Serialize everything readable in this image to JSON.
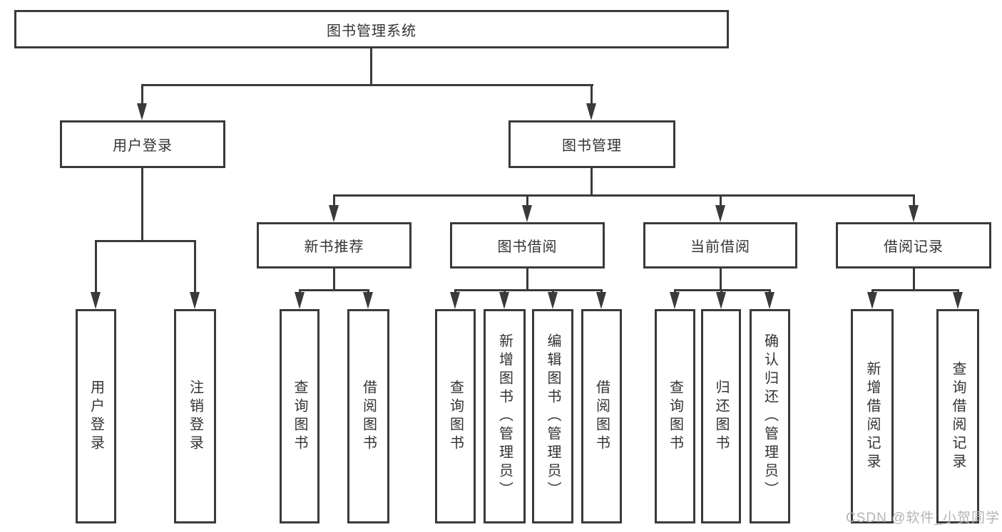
{
  "diagram": {
    "root": {
      "label": "图书管理系统"
    },
    "branches": [
      {
        "label": "用户登录",
        "children": [
          {
            "label": "用户登录"
          },
          {
            "label": "注销登录"
          }
        ]
      },
      {
        "label": "图书管理",
        "children": [
          {
            "label": "新书推荐",
            "children": [
              {
                "label": "查询图书"
              },
              {
                "label": "借阅图书"
              }
            ]
          },
          {
            "label": "图书借阅",
            "children": [
              {
                "label": "查询图书"
              },
              {
                "label": "新增图书（管理员）"
              },
              {
                "label": "编辑图书（管理员）"
              },
              {
                "label": "借阅图书"
              }
            ]
          },
          {
            "label": "当前借阅",
            "children": [
              {
                "label": "查询图书"
              },
              {
                "label": "归还图书"
              },
              {
                "label": "确认归还（管理员）"
              }
            ]
          },
          {
            "label": "借阅记录",
            "children": [
              {
                "label": "新增借阅记录"
              },
              {
                "label": "查询借阅记录"
              }
            ]
          }
        ]
      }
    ]
  },
  "watermark": {
    "text": "CSDN @软件_小贺同学"
  },
  "colors": {
    "line": "#3a3a3a",
    "text": "#333333",
    "watermark": "#b3b4b9",
    "background": "#ffffff"
  }
}
